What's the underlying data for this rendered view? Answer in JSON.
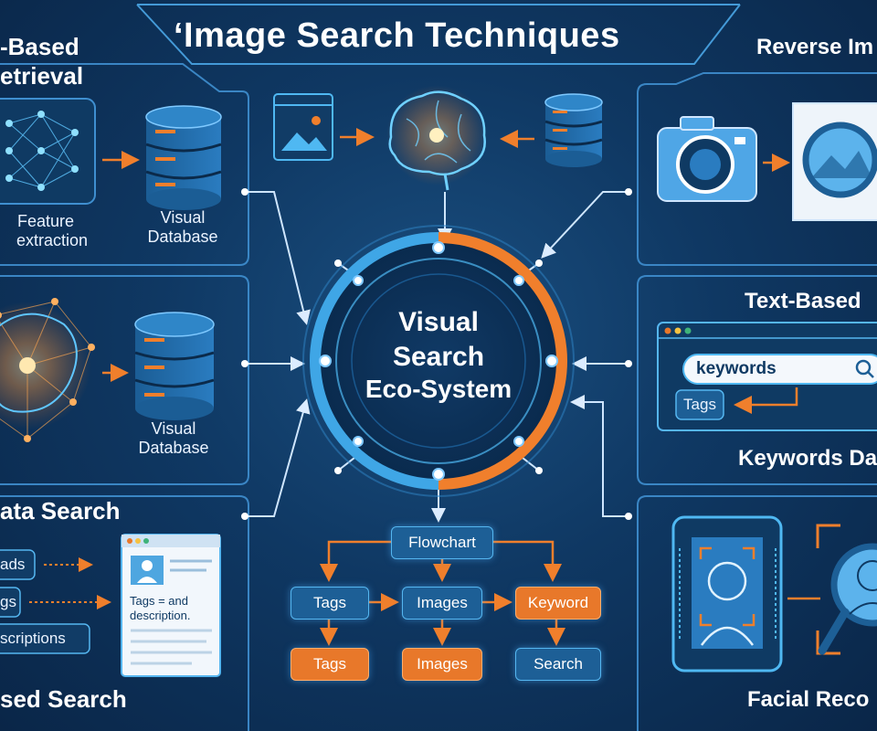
{
  "title": "‘Image Search Techniques",
  "center": {
    "line1": "Visual",
    "line2": "Search",
    "line3": "Eco-System"
  },
  "panels": {
    "content_based": {
      "title_line1": "-Based",
      "title_line2": "etrieval",
      "label_a1": "Feature",
      "label_a2": "extraction",
      "label_b1": "Visual",
      "label_b2": "Database"
    },
    "ai_based": {
      "label1": "Visual",
      "label2": "Database"
    },
    "metadata": {
      "title": "ata Search",
      "items": [
        "ads",
        "gs",
        "scriptions"
      ],
      "doc_text1": "Tags = and",
      "doc_text2": "description.",
      "footer": "sed Search"
    },
    "reverse": {
      "title": "Reverse Im"
    },
    "text_based": {
      "title": "Text-Based",
      "search_value": "keywords",
      "tag": "Tags",
      "footer": "Keywords Da"
    },
    "facial": {
      "footer": "Facial Reco"
    }
  },
  "flowchart": {
    "root": "Flowchart",
    "row1": [
      "Tags",
      "Images",
      "Keyword"
    ],
    "row2": [
      "Tags",
      "Images",
      "Search"
    ]
  },
  "colors": {
    "accent_orange": "#f07f2c",
    "accent_blue": "#4fb8f2",
    "line": "#cfe6ff"
  }
}
